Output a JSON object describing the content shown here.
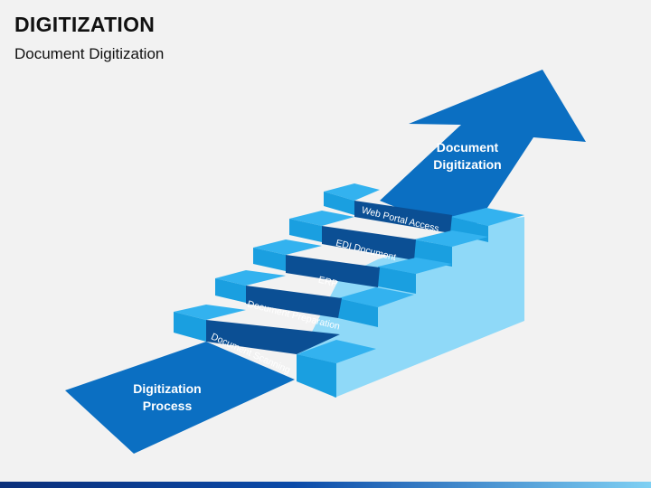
{
  "header": {
    "title": "DIGITIZATION",
    "subtitle": "Document Digitization"
  },
  "diagram": {
    "start_arrow": {
      "line1": "Digitization",
      "line2": "Process"
    },
    "end_arrow": {
      "line1": "Document",
      "line2": "Digitization"
    },
    "steps": [
      {
        "label": "Document Scanning"
      },
      {
        "label": "Document Preparation"
      },
      {
        "label": "ERP"
      },
      {
        "label": "EDI Document"
      },
      {
        "label": "Web Portal Access"
      }
    ]
  },
  "colors": {
    "background": "#f2f2f2",
    "arrow_blue": "#0b6fc2",
    "step_dark": "#0b4f94",
    "step_light": "#33b2ef",
    "step_side": "#8fd9f8"
  }
}
